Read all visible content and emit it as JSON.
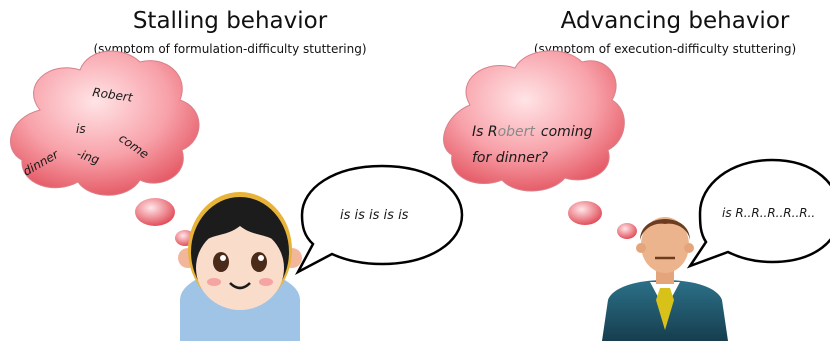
{
  "left_panel": {
    "title": "Stalling behavior",
    "subtitle": "(symptom of formulation-difficulty stuttering)",
    "thought_words": [
      "Robert",
      "is",
      "come",
      "dinner",
      "-ing"
    ],
    "speech": "is is is is is"
  },
  "right_panel": {
    "title": "Advancing behavior",
    "subtitle": "(symptom of execution-difficulty stuttering)",
    "thought_line1_a": "Is R",
    "thought_line1_b": "obert",
    "thought_line1_c": "coming",
    "thought_line2": "for dinner?",
    "speech": "is R..R..R..R..R.."
  },
  "colors": {
    "cloud_light": "#ffd0d4",
    "cloud_dark": "#e9606b",
    "bubble_border": "#000000",
    "suit": "#1f5a6e",
    "tie": "#d8c21a",
    "child_shirt": "#9fc4e6"
  }
}
